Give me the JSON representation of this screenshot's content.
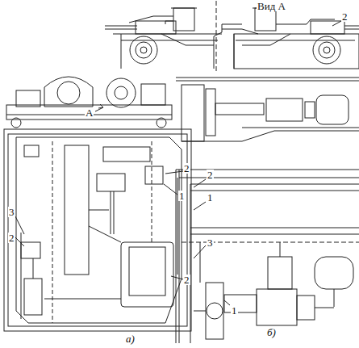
{
  "diagram": {
    "labels": [
      "Вид А",
      "2",
      "А",
      "2",
      "1",
      "3",
      "2",
      "2",
      "а)",
      "2",
      "1",
      "3",
      "1",
      "б)"
    ]
  }
}
